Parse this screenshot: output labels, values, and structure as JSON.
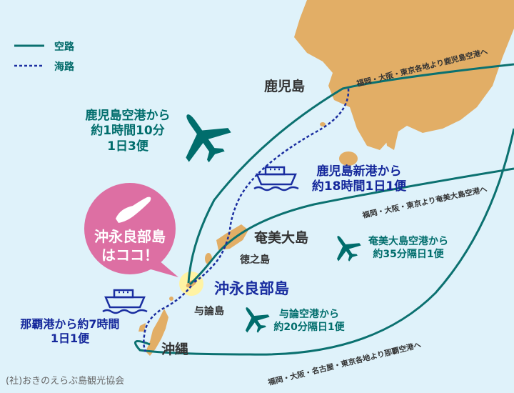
{
  "legend": {
    "air_label": "空路",
    "sea_label": "海路"
  },
  "places": {
    "kagoshima": "鹿児島",
    "amami": "奄美大島",
    "tokunoshima": "徳之島",
    "okinoerabu": "沖永良部島",
    "yoron": "与論島",
    "okinawa": "沖縄"
  },
  "bubble": {
    "line1": "沖永良部島",
    "line2": "はココ！"
  },
  "info": {
    "kagoshima_air": [
      "鹿児島空港から",
      "約1時間10分",
      "1日3便"
    ],
    "kagoshima_sea": [
      "鹿児島新港から",
      "約18時間1日1便"
    ],
    "amami_air": [
      "奄美大島空港から",
      "約35分隔日1便"
    ],
    "yoron_air": [
      "与論空港から",
      "約20分隔日1便"
    ],
    "naha_sea": [
      "那覇港から約7時間",
      "1日1便"
    ]
  },
  "routes": {
    "to_kagoshima": "福岡・大阪・東京各地より鹿児島空港へ",
    "to_amami": "福岡・大阪・東京より奄美大島空港へ",
    "to_naha": "福岡・大阪・名古屋・東京各地より那覇空港へ"
  },
  "credit": "(社)おきのえらぶ島観光協会",
  "colors": {
    "sea": "#dff2fa",
    "land": "#e2ae66",
    "air_route": "#0b7170",
    "sea_route": "#1a2ea0",
    "bubble": "#dd6fa3",
    "highlight": "#fff3a3"
  },
  "icons": [
    "airplane-icon",
    "ferry-icon"
  ]
}
